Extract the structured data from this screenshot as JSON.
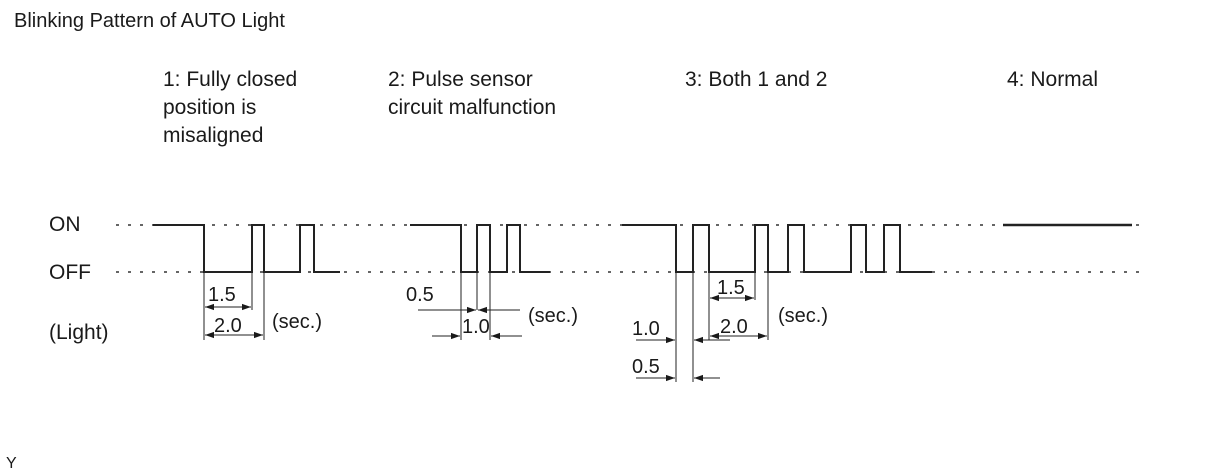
{
  "title": "Blinking Pattern of AUTO Light",
  "levels": {
    "on": "ON",
    "off": "OFF",
    "light": "(Light)"
  },
  "patterns": [
    {
      "caption": "1: Fully closed\nposition is\nmisaligned"
    },
    {
      "caption": "2: Pulse sensor\ncircuit malfunction"
    },
    {
      "caption": "3: Both 1 and 2"
    },
    {
      "caption": "4: Normal"
    }
  ],
  "dimensions": {
    "d1_5": "1.5",
    "d2_0": "2.0",
    "d0_5": "0.5",
    "d1_0": "1.0",
    "unit": "(sec.)"
  },
  "corner_mark": "Y"
}
